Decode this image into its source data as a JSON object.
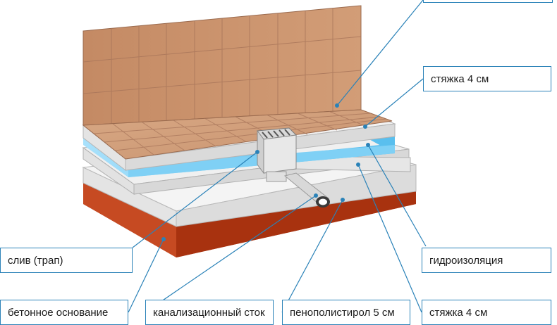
{
  "diagram": {
    "labels": {
      "top_right": "",
      "screed_upper": "стяжка 4 см",
      "drain": "слив (трап)",
      "waterproofing": "гидроизоляция",
      "concrete_base": "бетонное основание",
      "sewer_pipe": "канализационный сток",
      "polystyrene": "пенополистирол 5 см",
      "screed_lower": "стяжка 4 см"
    },
    "colors": {
      "tile": "#c9906a",
      "tile_grout": "#a8755a",
      "screed": "#ececec",
      "waterproofing": "#6cc6f0",
      "concrete": "#c8421c",
      "leader_line": "#2a82b8"
    },
    "icons": [
      "floor-drain-grate-icon",
      "sewer-pipe-icon"
    ]
  }
}
